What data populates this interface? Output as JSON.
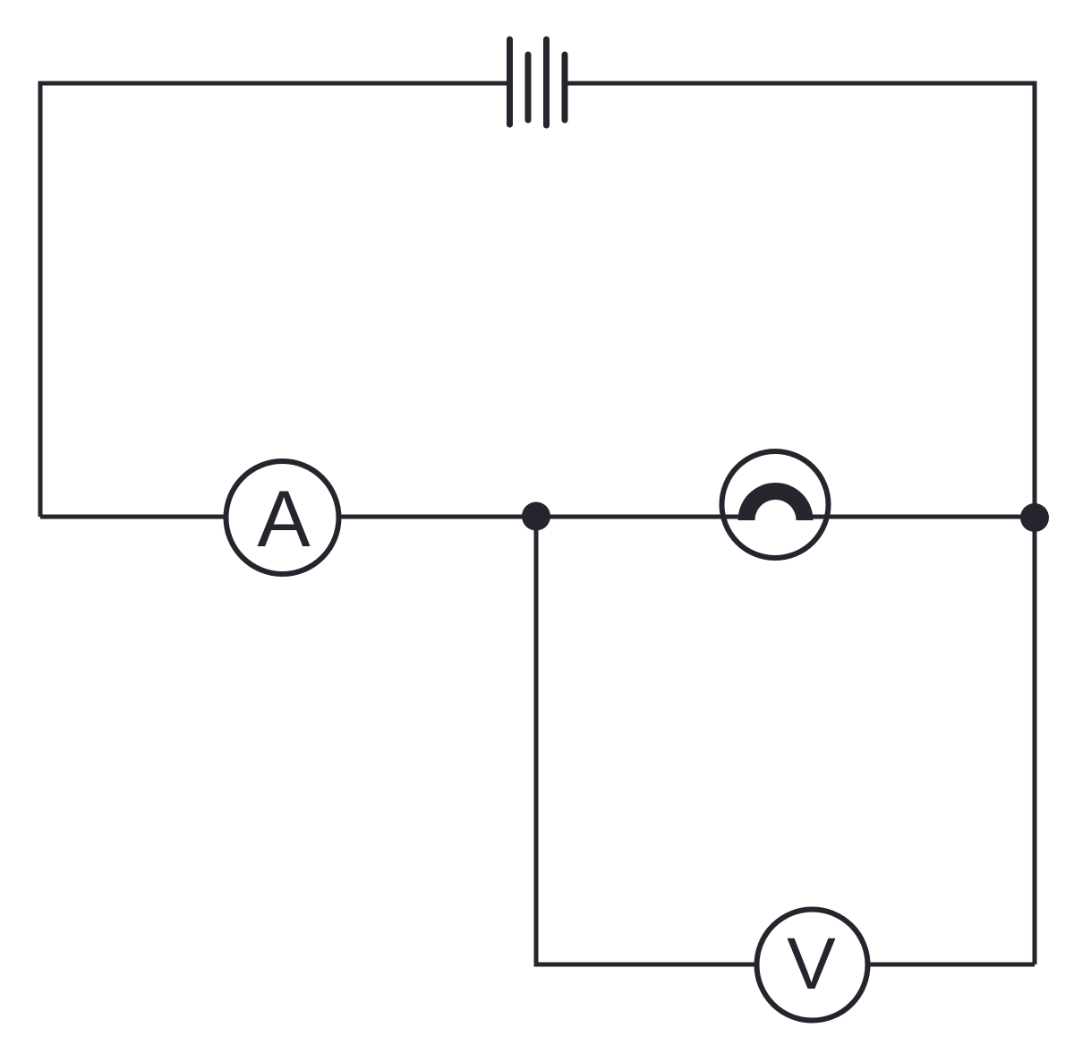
{
  "diagram": {
    "background": "#ffffff",
    "stroke_color": "#26242c",
    "symbols": {
      "battery": {
        "name": "battery-cells-symbol",
        "cells": 2
      },
      "ammeter": {
        "name": "ammeter-symbol",
        "label": "A"
      },
      "lamp": {
        "name": "lamp-symbol"
      },
      "voltmeter": {
        "name": "voltmeter-symbol",
        "label": "V"
      },
      "junction_dots": {
        "name": "junction-dot",
        "count": 2
      }
    }
  }
}
